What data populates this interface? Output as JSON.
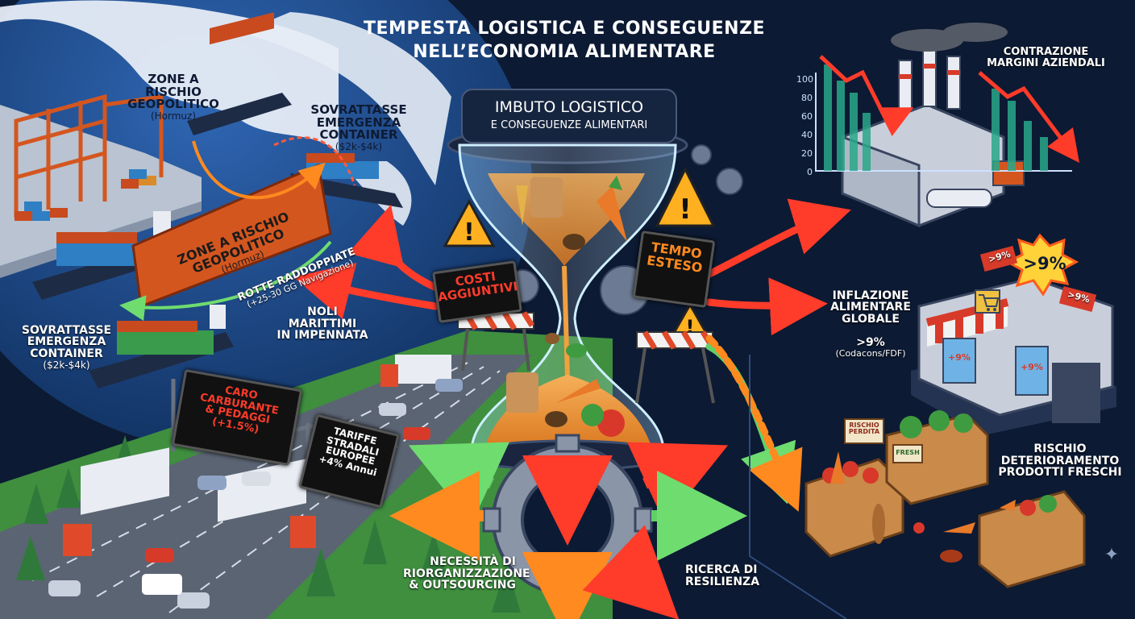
{
  "title": {
    "line1": "TEMPESTA LOGISTICA E CONSEGUENZE",
    "line2": "NELL’ECONOMIA ALIMENTARE"
  },
  "funnel": {
    "title": "IMBUTO LOGISTICO",
    "subtitle": "E CONSEGUENZE ALIMENTARI"
  },
  "map_labels": {
    "zone_top": {
      "text": "ZONE A\nRISCHIO\nGEOPOLITICO",
      "sub": "(Hormuz)"
    },
    "surcharge_top": {
      "text": "SOVRATTASSE\nEMERGENZA\nCONTAINER",
      "sub": "($2k-$4k)"
    },
    "surcharge_left": {
      "text": "SOVRATTASSE\nEMERGENZA\nCONTAINER",
      "sub": "($2k-$4k)"
    },
    "wall": {
      "text": "ZONE A RISCHIO\nGEOPOLITICO",
      "sub": "(Hormuz)"
    },
    "routes": {
      "text": "ROTTE RADDOPPIATE",
      "sub": "(+25-30 GG Navigazione)"
    },
    "freight": {
      "text": "NOLI\nMARITTIMI\nIN IMPENNATA"
    }
  },
  "signs": {
    "costs": "COSTI\nAGGIUNTIVI",
    "time": "TEMPO\nESTESO",
    "fuel": "CARO\nCARBURANTE\n& PEDAGGI (+1.5%)",
    "tolls": "TARIFFE\nSTRADALI\nEUROPEE\n+4% Annui"
  },
  "outcomes": {
    "margins": "CONTRAZIONE\nMARGINI AZIENDALI",
    "inflation": {
      "text": "INFLAZIONE\nALIMENTARE\nGLOBALE",
      "value": ">9%",
      "source": "(Codacons/FDF)"
    },
    "spoilage": "RISCHIO\nDETERIORAMENTO\nPRODOTTI FRESCHI",
    "reorg": "NECESSITÀ DI\nRIORGANIZZAZIONE\n& OUTSOURCING",
    "resilience": "RICERCA DI\nRESILIENZA"
  },
  "shop": {
    "burst": ">9%",
    "tag_a": ">9%",
    "tag_b": ">9%",
    "window_a": "+9%",
    "window_b": "+9%"
  },
  "crates": {
    "sign_a": "RISCHIO\nPERDITA",
    "sign_b": "FRESH"
  },
  "margin_axis": {
    "ticks": [
      "100",
      "80",
      "60",
      "40",
      "20",
      "0"
    ]
  },
  "colors": {
    "background": "#0c1a33",
    "ocean": "#1b3f7a",
    "land": "#e6ecf5",
    "arrow_red": "#ff3b2a",
    "arrow_orange": "#ff8a1f",
    "arrow_green": "#5fd068",
    "sign_text": "#ff3b2a"
  },
  "icons": [
    "warning-icon",
    "gear-icon",
    "cart-icon",
    "sparkle-icon"
  ]
}
